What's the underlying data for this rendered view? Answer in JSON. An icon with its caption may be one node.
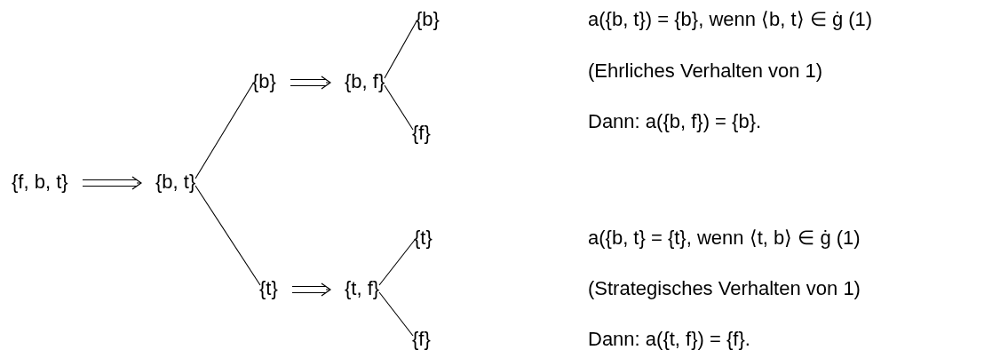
{
  "diagram": {
    "nodes": [
      {
        "text": [
          "{f, b, t}"
        ]
      },
      {
        "text": [
          "{b, t}"
        ]
      },
      {
        "text": [
          "{b}"
        ]
      },
      {
        "text": [
          "{b, f}"
        ]
      },
      {
        "text": [
          "{b}"
        ]
      },
      {
        "text": [
          "{f}"
        ]
      },
      {
        "text": [
          "{t}"
        ]
      },
      {
        "text": [
          "{t, f}"
        ]
      },
      {
        "text": [
          "{t}"
        ]
      },
      {
        "text": [
          "{f}"
        ]
      }
    ],
    "edges": [
      {
        "from": 0,
        "to": 1,
        "arrow": "to"
      },
      {
        "from": 1,
        "to": 2,
        "arrow": "none"
      },
      {
        "from": 2,
        "to": 3,
        "arrow": "to"
      },
      {
        "from": 3,
        "to": 4,
        "arrow": "none"
      },
      {
        "from": 3,
        "to": 5,
        "arrow": "none"
      },
      {
        "from": 1,
        "to": 6,
        "arrow": "none"
      },
      {
        "from": 6,
        "to": 7,
        "arrow": "to"
      },
      {
        "from": 7,
        "to": 8,
        "arrow": "none"
      },
      {
        "from": 7,
        "to": 9,
        "arrow": "none"
      }
    ],
    "labels": [
      "a({b, t}) = {b}, wenn ⟨b, t⟩ ∈ ġ (1)",
      "(Ehrliches Verhalten von 1)",
      "Dann: a({b, f}) = {b}.",
      "a({b, t} = {t}, wenn ⟨t, b⟩ ∈ ġ (1)",
      "(Strategisches Verhalten von 1)",
      "Dann: a({t, f}) = {f}."
    ]
  }
}
